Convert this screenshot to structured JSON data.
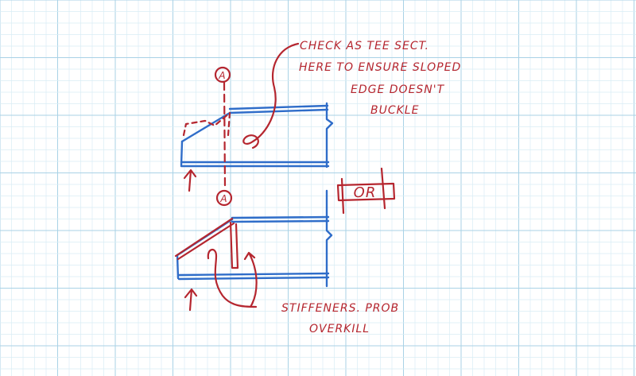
{
  "colors": {
    "grid_minor": "#d9ecf5",
    "grid_major": "#a9d2e6",
    "ink_blue": "#2f6dc9",
    "ink_red": "#b5262f"
  },
  "annotations": {
    "check_note_line1": "CHECK AS TEE SECT.",
    "check_note_line2": "HERE TO ENSURE SLOPED",
    "check_note_line3": "EDGE DOESN'T",
    "check_note_line4": "BUCKLE",
    "or_label": "OR",
    "stiffeners_line1": "STIFFENERS. PROB",
    "stiffeners_line2": "OVERKILL",
    "section_mark_top": "A",
    "section_mark_bottom": "A"
  }
}
